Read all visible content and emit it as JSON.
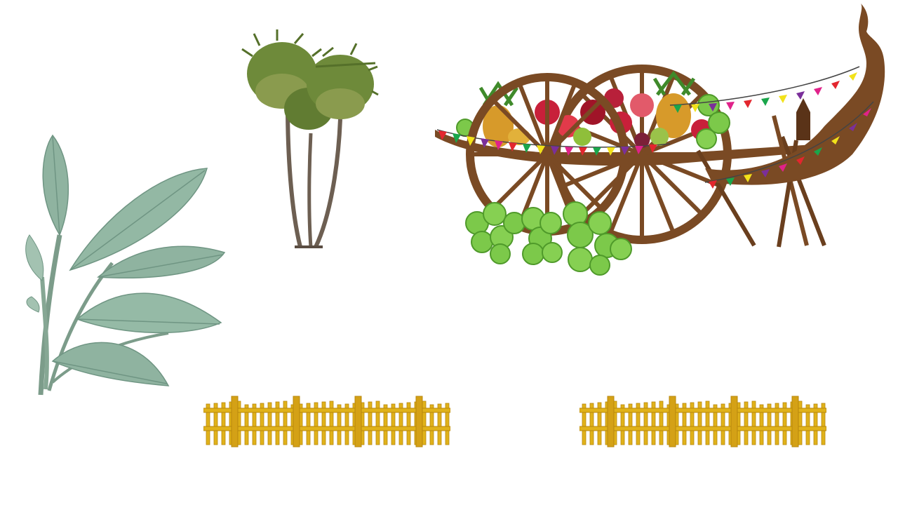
{
  "scene": {
    "background_color": "#ffffff",
    "elements": [
      {
        "name": "banana-plant",
        "kind": "decorative illustration"
      },
      {
        "name": "palm-trees",
        "kind": "decorative illustration"
      },
      {
        "name": "ox-cart",
        "kind": "decorative illustration"
      },
      {
        "name": "fence-left",
        "kind": "decorative illustration"
      },
      {
        "name": "fence-right",
        "kind": "decorative illustration"
      }
    ]
  },
  "colors": {
    "leaf_green": "#8fb3a0",
    "leaf_dark": "#6f9583",
    "palm_frond": "#6e8a3a",
    "palm_trunk": "#6d5f52",
    "cart_wood": "#7a4a24",
    "cart_wood_dark": "#5a3318",
    "coconut": "#7cc94a",
    "coconut_dark": "#4f9a2a",
    "bamboo": "#e0b21a",
    "bamboo_dark": "#b8870c",
    "flag_red": "#e3262e",
    "flag_yellow": "#f2e21a",
    "flag_green": "#1aa64b",
    "flag_purple": "#7b2f9a",
    "flag_magenta": "#e0228a",
    "fruit_red": "#c8203a",
    "pineapple": "#d79a2a"
  }
}
